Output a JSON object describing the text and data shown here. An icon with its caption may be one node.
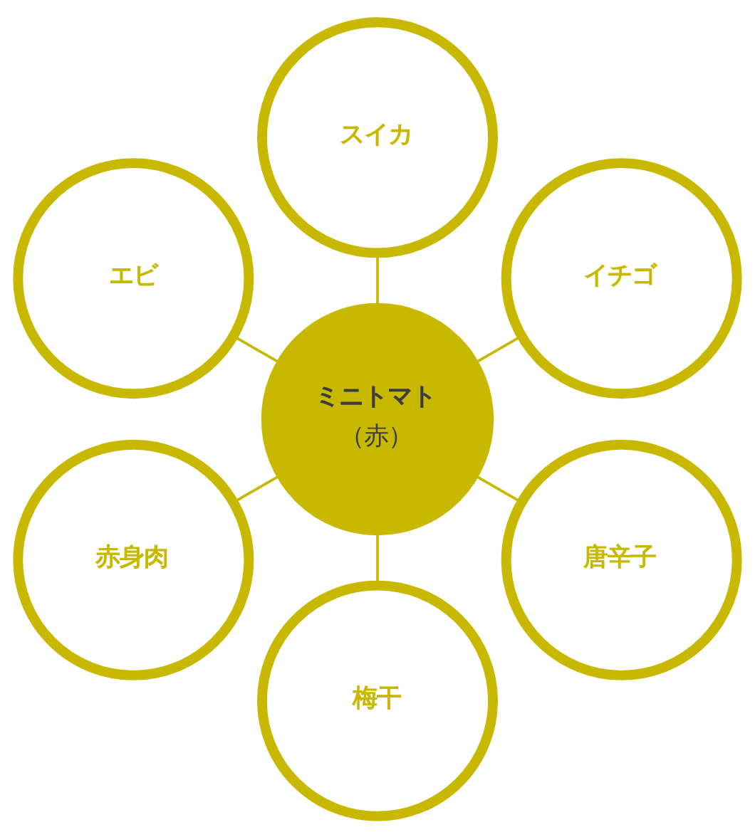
{
  "diagram": {
    "nodes": [
      {
        "text": [
          "スイカ"
        ]
      },
      {
        "text": [
          "エビ"
        ]
      },
      {
        "text": [
          "イチゴ"
        ]
      },
      {
        "text": [
          "ミニトマト",
          "（赤）"
        ]
      },
      {
        "text": [
          "赤身肉"
        ]
      },
      {
        "text": [
          "唐辛子"
        ]
      },
      {
        "text": [
          "梅干"
        ]
      }
    ],
    "edges": [
      {
        "from": 3,
        "to": 0,
        "arrow": "none"
      },
      {
        "from": 3,
        "to": 2,
        "arrow": "none"
      },
      {
        "from": 3,
        "to": 5,
        "arrow": "none"
      },
      {
        "from": 3,
        "to": 6,
        "arrow": "none"
      },
      {
        "from": 3,
        "to": 4,
        "arrow": "none"
      },
      {
        "from": 3,
        "to": 1,
        "arrow": "none"
      }
    ]
  }
}
